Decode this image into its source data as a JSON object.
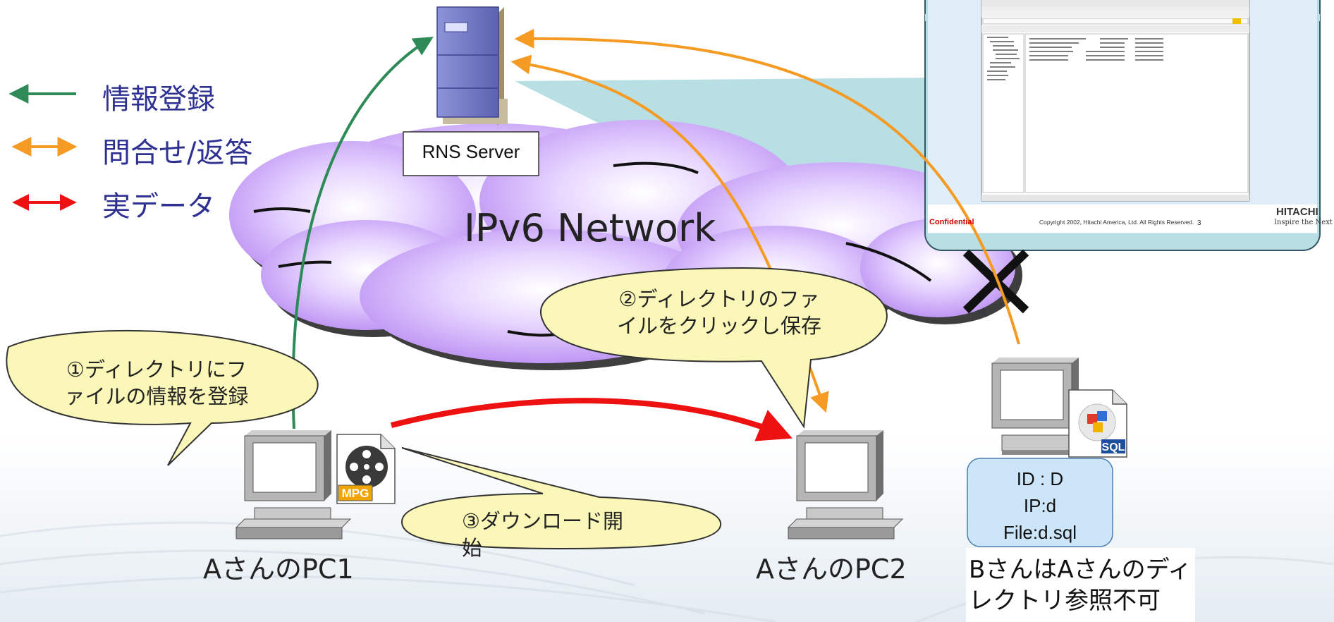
{
  "legend": {
    "register": "情報登録",
    "query": "問合せ/返答",
    "data": "実データ"
  },
  "server": {
    "label": "RNS Server"
  },
  "network": {
    "label": "IPv6 Network"
  },
  "callouts": {
    "step1": [
      "①ディレクトリにフ",
      "ァイルの情報を登録"
    ],
    "step2": [
      "②ディレクトリのファ",
      "イルをクリックし保存"
    ],
    "step3": [
      "③ダウンロード開",
      "始"
    ]
  },
  "pcs": {
    "pc1_label": "AさんのPC1",
    "pc2_label": "AさんのPC2"
  },
  "file_icons": {
    "mpg": "MPG",
    "sql": "SQL"
  },
  "pc_b_info": {
    "id": "ID : D",
    "ip": "IP:d",
    "file": "File:d.sql"
  },
  "note": [
    "BさんはAさんのディ",
    "レクトリ参照不可"
  ],
  "screenshot": {
    "confidential": "Confidential",
    "copyright": "Copyright 2002, Hitachi America, Ltd. All Rights Reserved.",
    "page": "3",
    "brand": "HITACHI",
    "tagline": "Inspire the Next"
  },
  "colors": {
    "register": "#2e8b57",
    "query": "#f59a23",
    "data": "#ee1111",
    "legend_text": "#2e3192"
  }
}
